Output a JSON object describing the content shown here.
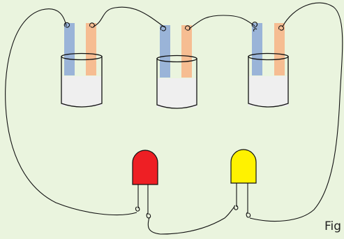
{
  "caption": "Fig",
  "colors": {
    "background": "#eaf4de",
    "wire": "#111111",
    "electrode_left": "#9ab4d8",
    "electrode_right": "#f6bd92",
    "solution": "#efefef",
    "led_red": "#ee1f24",
    "led_yellow": "#fff200"
  },
  "components": {
    "cells": [
      "cell-1",
      "cell-2",
      "cell-3"
    ],
    "leds": [
      "red-led",
      "yellow-led"
    ]
  }
}
